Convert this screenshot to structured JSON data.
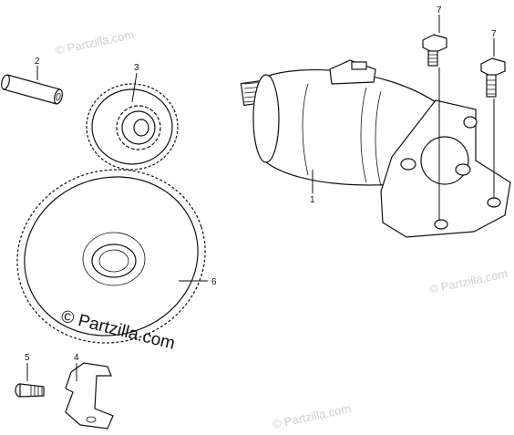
{
  "diagram": {
    "callouts": [
      "1",
      "2",
      "3",
      "4",
      "5",
      "6",
      "7",
      "7"
    ],
    "watermarks": {
      "main": "© Partzilla.com",
      "faint": [
        "© Partzilla.com",
        "© Partzilla.com",
        "© Partzilla.com"
      ]
    }
  },
  "colors": {
    "line": "#111111",
    "watermark": "#cfcfcf",
    "background": "#ffffff"
  },
  "icons": {
    "copyright": "copyright-icon"
  }
}
